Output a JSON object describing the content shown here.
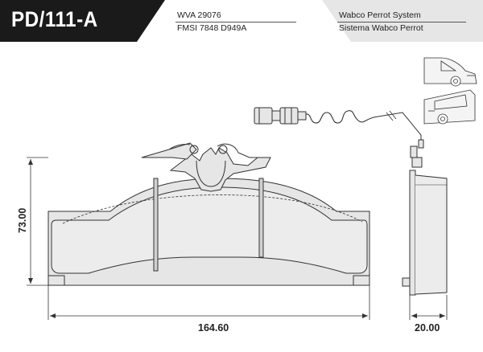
{
  "header": {
    "part_code": "PD/111-A",
    "reference_1": "WVA 29076",
    "reference_2": "FMSI 7848 D949A",
    "system_1": "Wabco Perrot System",
    "system_2": "Sistema Wabco Perrot"
  },
  "dimensions": {
    "height": "73.00",
    "width": "164.60",
    "thickness": "20.00"
  },
  "colors": {
    "header_dark": "#1a1a1a",
    "header_light": "#e6e6e6",
    "line": "#333333",
    "pad_fill": "#e6e6e6"
  }
}
